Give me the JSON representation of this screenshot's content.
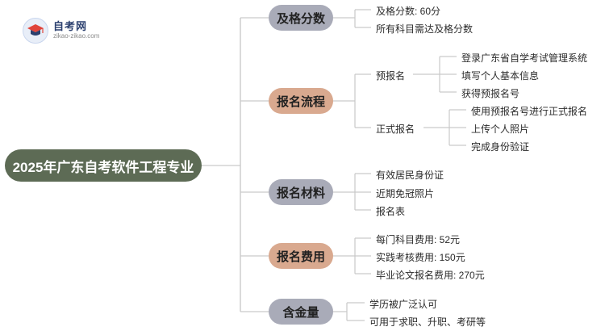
{
  "logo": {
    "name": "自考网",
    "url": "zikao-zikao.com"
  },
  "root": {
    "label": "2025年广东自考软件工程专业"
  },
  "branches": [
    {
      "label": "及格分数",
      "items": [
        "及格分数: 60分",
        "所有科目需达及格分数"
      ]
    },
    {
      "label": "报名流程",
      "sub": [
        {
          "label": "预报名",
          "items": [
            "登录广东省自学考试管理系统",
            "填写个人基本信息",
            "获得预报名号"
          ]
        },
        {
          "label": "正式报名",
          "items": [
            "使用预报名号进行正式报名",
            "上传个人照片",
            "完成身份验证"
          ]
        }
      ]
    },
    {
      "label": "报名材料",
      "items": [
        "有效居民身份证",
        "近期免冠照片",
        "报名表"
      ]
    },
    {
      "label": "报名费用",
      "items": [
        "每门科目费用: 52元",
        "实践考核费用: 150元",
        "毕业论文报名费用: 270元"
      ]
    },
    {
      "label": "含金量",
      "items": [
        "学历被广泛认可",
        "可用于求职、升职、考研等"
      ]
    }
  ],
  "colors": {
    "root": "#5d6b55",
    "branch_gray": "#a9abb8",
    "branch_tan": "#d9a98f",
    "connector": "#c9c9c9",
    "logo_red": "#e0443a",
    "logo_blue": "#2a3f6e"
  }
}
